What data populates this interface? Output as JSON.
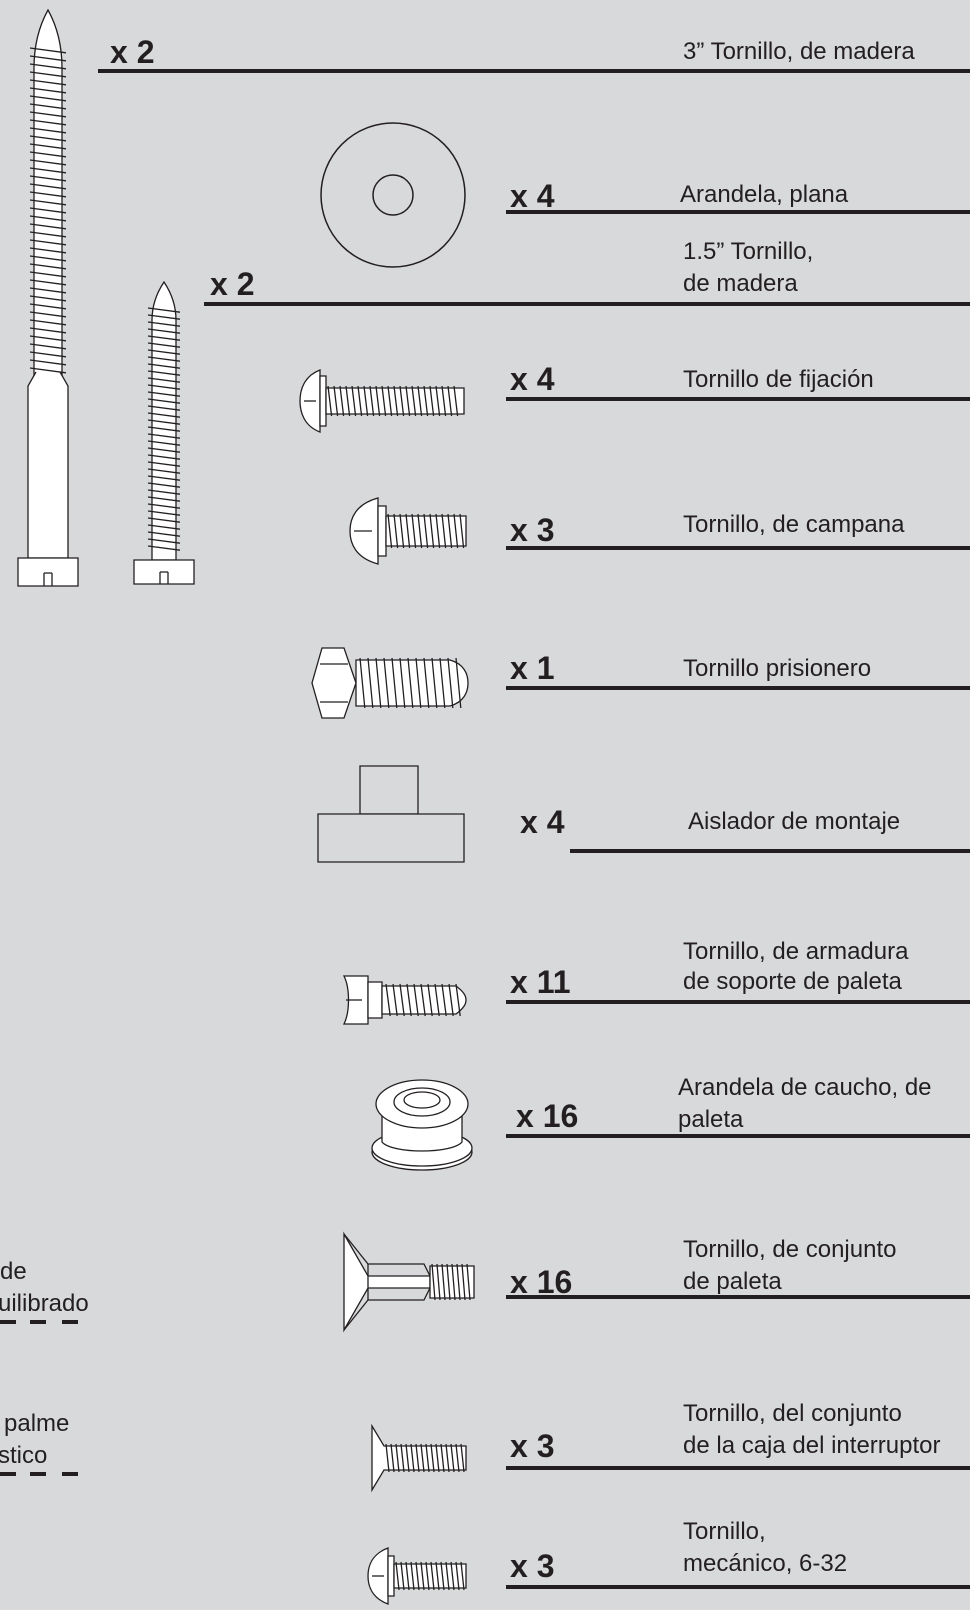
{
  "parts": [
    {
      "qty": "x 2",
      "label": [
        "3” Tornillo, de madera"
      ],
      "icon": "long-wood-screw-icon"
    },
    {
      "qty": "x 4",
      "label": [
        "Arandela, plana"
      ],
      "icon": "flat-washer-icon"
    },
    {
      "qty": "x 2",
      "label": [
        "1.5” Tornillo,",
        "de madera"
      ],
      "icon": "short-wood-screw-icon"
    },
    {
      "qty": "x 4",
      "label": [
        "Tornillo de fijación"
      ],
      "icon": "mounting-screw-icon"
    },
    {
      "qty": "x 3",
      "label": [
        "Tornillo, de campana"
      ],
      "icon": "canopy-screw-icon"
    },
    {
      "qty": "x 1",
      "label": [
        "Tornillo prisionero"
      ],
      "icon": "set-screw-icon"
    },
    {
      "qty": "x 4",
      "label": [
        "Aislador de montaje"
      ],
      "icon": "mounting-isolator-icon"
    },
    {
      "qty": "x 11",
      "label": [
        "Tornillo, de armadura",
        "de soporte de paleta"
      ],
      "icon": "blade-bracket-screw-icon"
    },
    {
      "qty": "x 16",
      "label": [
        "Arandela de caucho, de",
        "paleta"
      ],
      "icon": "rubber-washer-icon"
    },
    {
      "qty": "x 16",
      "label": [
        "Tornillo, de conjunto",
        "de paleta"
      ],
      "icon": "blade-assembly-screw-icon"
    },
    {
      "qty": "x 3",
      "label": [
        "Tornillo, del conjunto",
        "de la caja del interruptor"
      ],
      "icon": "switch-housing-screw-icon"
    },
    {
      "qty": "x 3",
      "label": [
        "Tornillo,",
        "mecánico, 6-32"
      ],
      "icon": "machine-screw-icon"
    }
  ],
  "cut_off_labels": [
    {
      "label": [
        "de",
        "uilibrado"
      ]
    },
    {
      "label": [
        "palme",
        "stico"
      ]
    }
  ]
}
